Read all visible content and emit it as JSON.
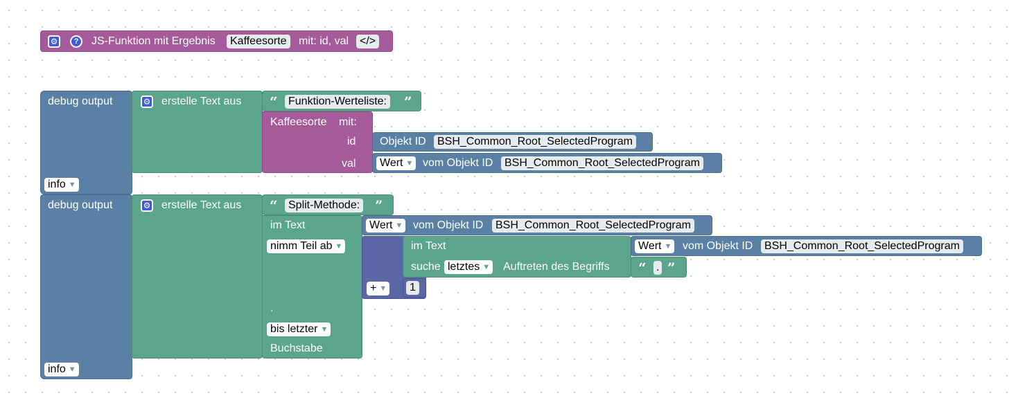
{
  "func_def": {
    "label": "JS-Funktion mit Ergebnis",
    "name": "Kaffeesorte",
    "params": "mit: id, val",
    "code_icon": "</>",
    "gear_icon": "gear-icon",
    "help_icon": "?"
  },
  "block1": {
    "debug_label": "debug output",
    "join_label": "erstelle Text aus",
    "text_value": "Funktion-Werteliste:",
    "call_name": "Kaffeesorte",
    "call_with": "mit:",
    "param_id": "id",
    "param_val": "val",
    "object_id_label": "Objekt ID",
    "object_id_value": "BSH_Common_Root_SelectedProgram",
    "value_dd": "Wert",
    "value_from_label": "vom Objekt ID",
    "value_object_value": "BSH_Common_Root_SelectedProgram",
    "level_dd": "info"
  },
  "block2": {
    "debug_label": "debug output",
    "join_label": "erstelle Text aus",
    "text_value": "Split-Methode:",
    "in_text_label": "im Text",
    "value_dd": "Wert",
    "value_from_label": "vom Objekt ID",
    "value_object_value": "BSH_Common_Root_SelectedProgram",
    "take_dd": "nimm Teil ab",
    "dot": ".",
    "until_dd": "bis letzter",
    "letter_label": "Buchstabe",
    "inner_in_text": "im Text",
    "inner_value_dd": "Wert",
    "inner_from_label": "vom Objekt ID",
    "inner_object_value": "BSH_Common_Root_SelectedProgram",
    "search_label": "suche",
    "occurrence_dd": "letztes",
    "occurrence_label": "Auftreten des Begriffs",
    "search_term": ".",
    "op_dd": "+",
    "number": "1",
    "level_dd": "info"
  },
  "colors": {
    "debug": "#5b80a5",
    "text": "#5ba58c",
    "function": "#a55b99",
    "math": "#5b67a5"
  }
}
